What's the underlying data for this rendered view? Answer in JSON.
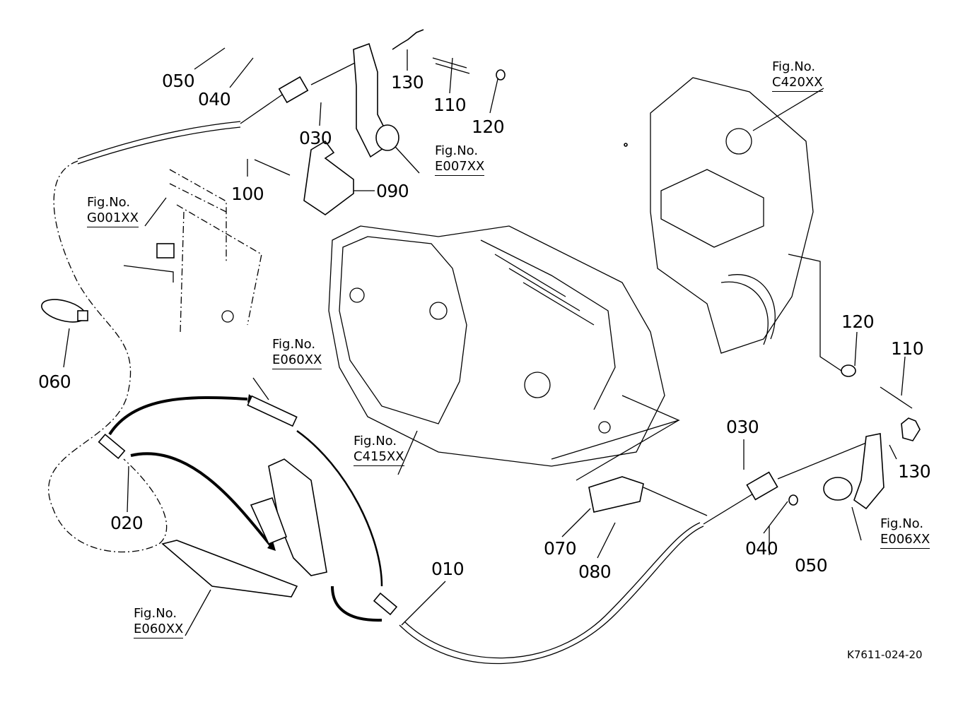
{
  "diagram": {
    "type": "exploded-parts-diagram",
    "document_id": "K7611-024-20",
    "part_labels": [
      {
        "id": "050-top",
        "text": "050"
      },
      {
        "id": "040-top",
        "text": "040"
      },
      {
        "id": "030-top",
        "text": "030"
      },
      {
        "id": "130-top",
        "text": "130"
      },
      {
        "id": "110-top",
        "text": "110"
      },
      {
        "id": "120-top",
        "text": "120"
      },
      {
        "id": "100",
        "text": "100"
      },
      {
        "id": "090",
        "text": "090"
      },
      {
        "id": "060",
        "text": "060"
      },
      {
        "id": "020",
        "text": "020"
      },
      {
        "id": "010",
        "text": "010"
      },
      {
        "id": "120-right",
        "text": "120"
      },
      {
        "id": "110-right",
        "text": "110"
      },
      {
        "id": "130-right",
        "text": "130"
      },
      {
        "id": "030-bottom",
        "text": "030"
      },
      {
        "id": "040-bottom",
        "text": "040"
      },
      {
        "id": "050-bottom",
        "text": "050"
      },
      {
        "id": "070",
        "text": "070"
      },
      {
        "id": "080",
        "text": "080"
      }
    ],
    "figure_refs": [
      {
        "id": "E007XX",
        "prefix": "Fig.No.",
        "code": "E007XX"
      },
      {
        "id": "C420XX",
        "prefix": "Fig.No.",
        "code": "C420XX"
      },
      {
        "id": "G001XX",
        "prefix": "Fig.No.",
        "code": "G001XX"
      },
      {
        "id": "E060XX-top",
        "prefix": "Fig.No.",
        "code": "E060XX"
      },
      {
        "id": "C415XX",
        "prefix": "Fig.No.",
        "code": "C415XX"
      },
      {
        "id": "E060XX-bottom",
        "prefix": "Fig.No.",
        "code": "E060XX"
      },
      {
        "id": "E006XX",
        "prefix": "Fig.No.",
        "code": "E006XX"
      }
    ]
  }
}
